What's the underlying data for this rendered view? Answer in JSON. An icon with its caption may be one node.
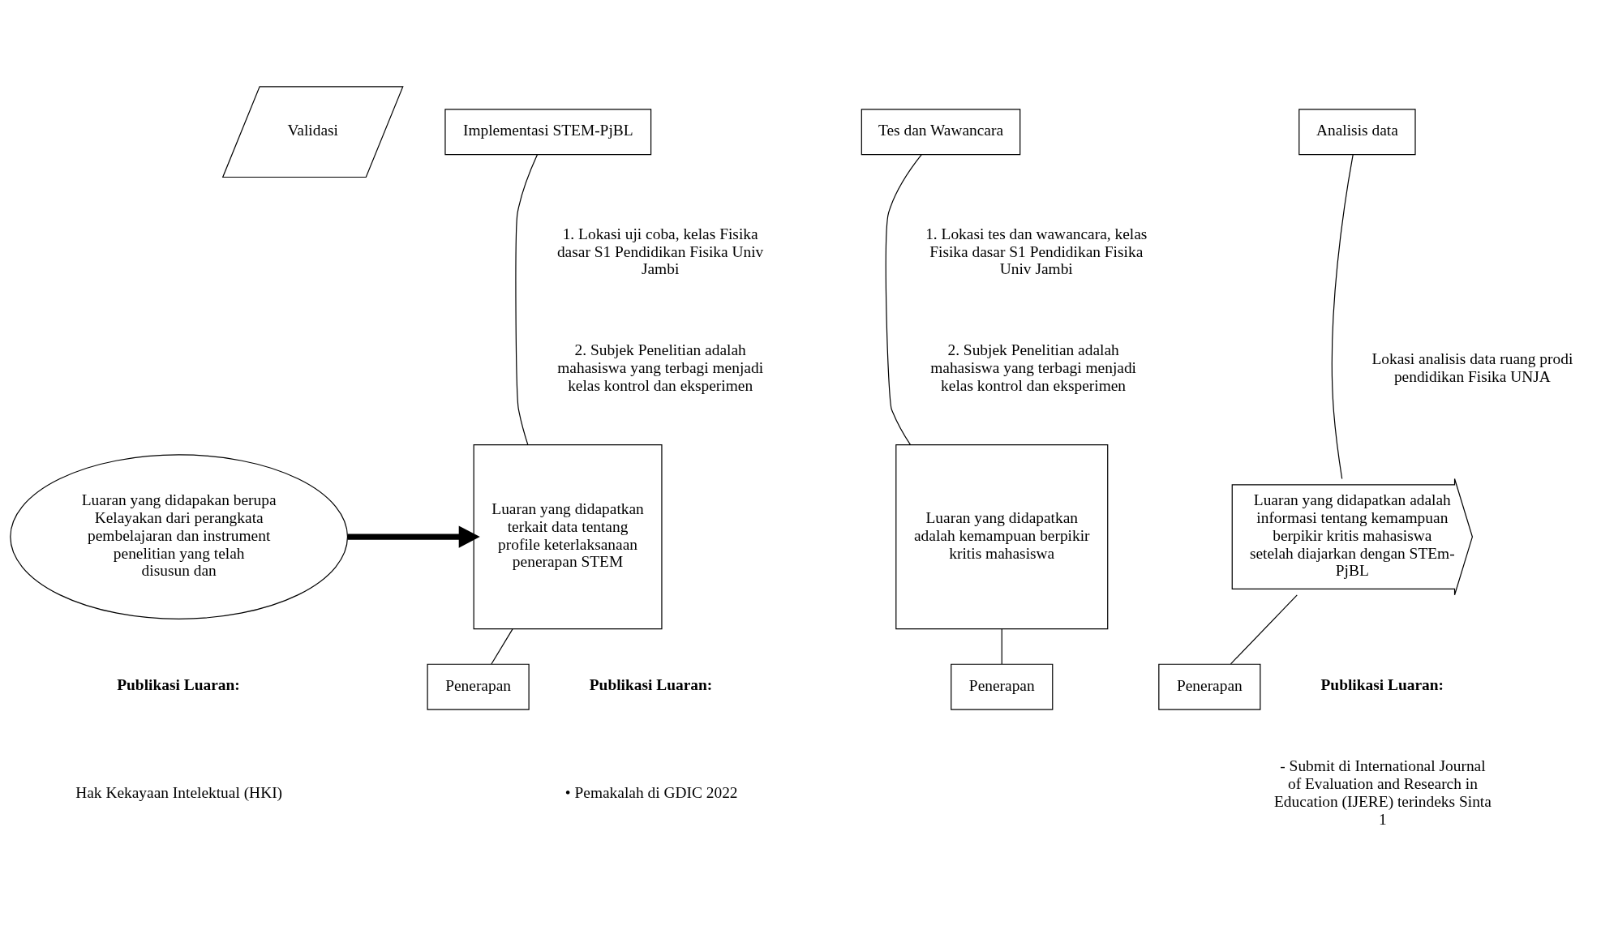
{
  "diagram": {
    "nodes": [
      {
        "text": [
          "Validasi"
        ]
      },
      {
        "text": [
          "Luaran yang didapakan berupa Kelayakan dari perangkata pembelajaran dan instrument penelitian yang telah disusun dan"
        ]
      },
      {
        "text": [
          "Implementasi STEM-PjBL"
        ]
      },
      {
        "text": [
          "Luaran yang didapatkan terkait data tentang profile keterlaksanaan penerapan STEM"
        ]
      },
      {
        "text": [
          "Penerapan"
        ]
      },
      {
        "text": [
          "Tes dan Wawancara"
        ]
      },
      {
        "text": [
          "Luaran yang didapatkan adalah kemampuan berpikir kritis mahasiswa"
        ]
      },
      {
        "text": [
          "Penerapan"
        ]
      },
      {
        "text": [
          "Analisis data"
        ]
      },
      {
        "text": [
          "Luaran yang didapatkan adalah informasi tentang kemampuan berpikir kritis mahasiswa setelah diajarkan dengan STEm-PjBL"
        ]
      },
      {
        "text": [
          "Penerapan"
        ]
      }
    ],
    "edges": [
      {
        "from": 1,
        "to": 3,
        "arrow": "to",
        "style": "thick"
      },
      {
        "from": 2,
        "to": 3,
        "arrow": "none"
      },
      {
        "from": 3,
        "to": 4,
        "arrow": "none"
      },
      {
        "from": 5,
        "to": 6,
        "arrow": "none"
      },
      {
        "from": 6,
        "to": 7,
        "arrow": "none"
      },
      {
        "from": 8,
        "to": 9,
        "arrow": "none"
      },
      {
        "from": 9,
        "to": 10,
        "arrow": "none"
      }
    ],
    "labels": [
      "1. Lokasi uji coba, kelas Fisika dasar S1 Pendidikan Fisika Univ Jambi",
      "2. Subjek Penelitian adalah mahasiswa yang terbagi menjadi kelas kontrol dan eksperimen",
      "1. Lokasi tes dan wawancara, kelas Fisika dasar S1 Pendidikan Fisika Univ Jambi",
      "2. Subjek Penelitian adalah mahasiswa yang terbagi menjadi kelas kontrol dan eksperimen",
      "Lokasi analisis data ruang prodi pendidikan Fisika UNJA",
      "Publikasi Luaran:",
      "Hak Kekayaan Intelektual (HKI)",
      "Publikasi Luaran:",
      "• Pemakalah di GDIC 2022",
      "Publikasi Luaran:",
      "- Submit di International Journal of Evaluation and Research in Education (IJERE) terindeks Sinta 1"
    ]
  }
}
